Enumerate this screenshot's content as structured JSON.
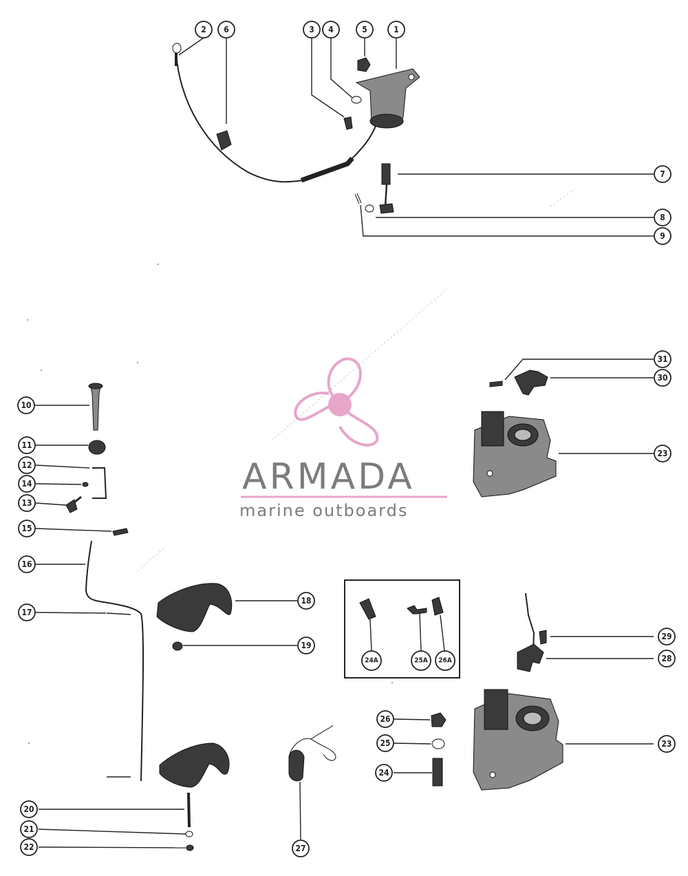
{
  "watermark": {
    "brand": "ARMADA",
    "tagline": "marine outboards",
    "accent_color": "#e7a6c9",
    "text_color": "#7c7c7c"
  },
  "callouts": {
    "c1": "1",
    "c2": "2",
    "c3": "3",
    "c4": "4",
    "c5": "5",
    "c6": "6",
    "c7": "7",
    "c8": "8",
    "c9": "9",
    "c10": "10",
    "c11": "11",
    "c12": "12",
    "c13": "13",
    "c14": "14",
    "c15": "15",
    "c16": "16",
    "c17": "17",
    "c18": "18",
    "c19": "19",
    "c20": "20",
    "c21": "21",
    "c22": "22",
    "c23a": "23",
    "c23b": "23",
    "c24": "24",
    "c25": "25",
    "c26": "26",
    "c24A": "24A",
    "c25A": "25A",
    "c26A": "26A",
    "c27": "27",
    "c28": "28",
    "c29": "29",
    "c30": "30",
    "c31": "31"
  }
}
